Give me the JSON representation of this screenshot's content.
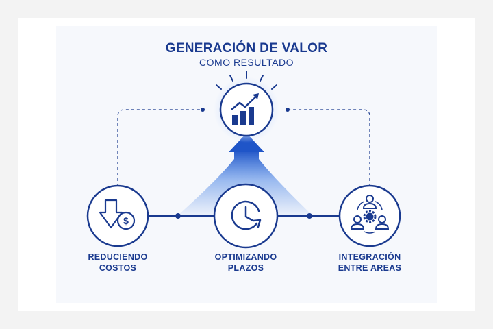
{
  "header": {
    "title": "GENERACIÓN DE VALOR",
    "subtitle": "COMO RESULTADO"
  },
  "nodes": [
    {
      "id": "costs",
      "icon": "dollar-down-arrow-icon",
      "label_line1": "REDUCIENDO",
      "label_line2": "COSTOS"
    },
    {
      "id": "time",
      "icon": "clock-icon",
      "label_line1": "OPTIMIZANDO",
      "label_line2": "PLAZOS"
    },
    {
      "id": "team",
      "icon": "team-gear-icon",
      "label_line1": "INTEGRACIÓN",
      "label_line2": "ENTRE AREAS"
    }
  ],
  "top_node": {
    "icon": "growth-chart-icon"
  },
  "colors": {
    "primary": "#1a3a8f",
    "accent": "#2b6fe0",
    "glow": "#dbe7fb"
  }
}
